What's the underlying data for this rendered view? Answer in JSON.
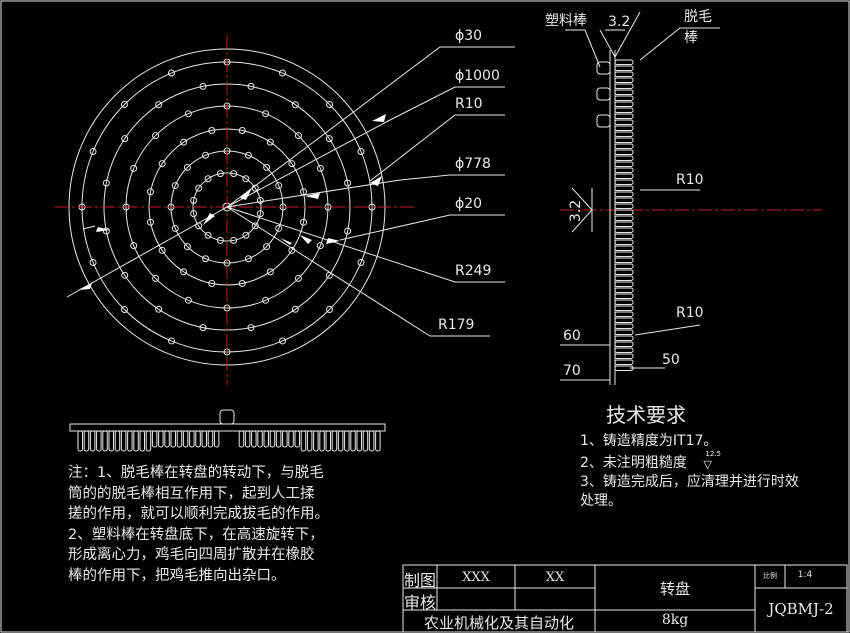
{
  "plan_view": {
    "dimensions": [
      "ϕ30",
      "ϕ1000",
      "R10",
      "ϕ778",
      "ϕ20",
      "R249",
      "R179"
    ]
  },
  "section_view": {
    "labels": {
      "plastic_rod": "塑料棒",
      "plucking_rod_1": "脱毛",
      "plucking_rod_2": "棒"
    },
    "dimensions": {
      "roughness_top": "3.2",
      "roughness_left": "3.2",
      "r_top": "R10",
      "r_bottom": "R10",
      "d60": "60",
      "d70": "70",
      "d50": "50"
    }
  },
  "tech_requirements": {
    "title": "技术要求",
    "items": [
      "1、铸造精度为IT17。",
      "2、未注明粗糙度",
      "3、铸造完成后，应清理并进行时效",
      "处理。"
    ],
    "roughness_symbol": "12.5"
  },
  "notes": {
    "lines": [
      "注：1、脱毛棒在转盘的转动下，与脱毛",
      "筒的的脱毛棒相互作用下，起到人工揉",
      "搓的作用，就可以顺利完成拔毛的作用。",
      "2、塑料棒在转盘底下，在高速旋转下，",
      "形成离心力，鸡毛向四周扩散并在橡胶",
      "棒的作用下，把鸡毛推向出杂口。"
    ]
  },
  "title_block": {
    "drawn_label": "制图",
    "drawn_by": "XXX",
    "drawn_date": "XX",
    "review_label": "审核",
    "part_name": "转盘",
    "scale_label": "比例",
    "scale": "1:4",
    "drawing_no": "JQBMJ-2",
    "organization": "农业机械化及其自动化",
    "mass": "8kg"
  },
  "colors": {
    "line": "#e8e8e8",
    "center": "#c0202a",
    "bg": "#000000"
  }
}
